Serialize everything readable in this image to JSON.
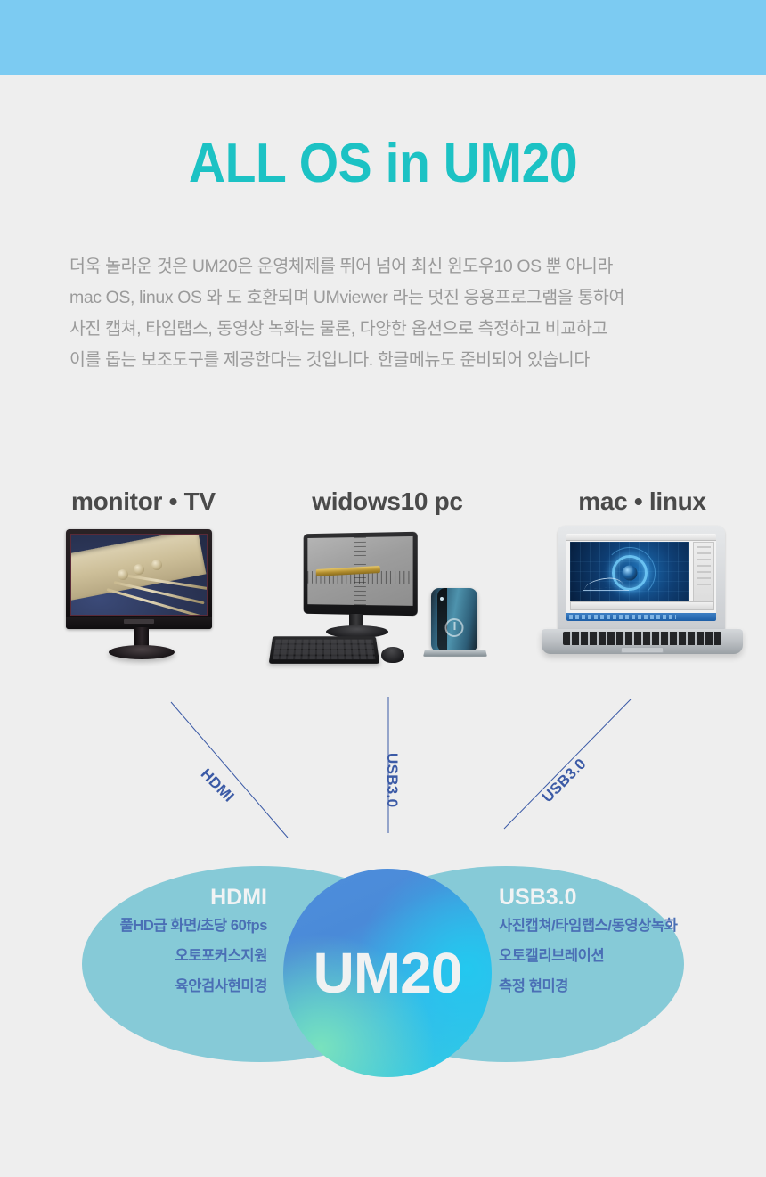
{
  "theme": {
    "band_color": "#7CCBF2",
    "page_bg": "#EEEEEE",
    "headline_color": "#1CC2C4",
    "body_text_color": "#9A9A9A",
    "line_color": "#3B5AA6",
    "ellipse_color": "#6CC1D1",
    "center_gradient_from": "#4F8FDC",
    "center_gradient_to": "#2FD0E4"
  },
  "headline": "ALL OS in UM20",
  "body": {
    "lines": [
      "더욱 놀라운 것은 UM20은 운영체제를 뛰어 넘어 최신 윈도우10 OS 뿐 아니라",
      "mac OS, linux OS 와 도 호환되며 UMviewer 라는 멋진 응용프로그램을 통하여",
      "사진 캡쳐, 타임랩스, 동영상 녹화는 물론, 다양한 옵션으로 측정하고 비교하고",
      "이를 돕는 보조도구를 제공한다는 것입니다. 한글메뉴도 준비되어 있습니다"
    ]
  },
  "devices": [
    {
      "title": "monitor • TV",
      "art": "monitor-tv-illustration"
    },
    {
      "title": "widows10 pc",
      "art": "desktop-pc-illustration"
    },
    {
      "title": "mac • linux",
      "art": "laptop-illustration"
    }
  ],
  "connectors": [
    {
      "label": "HDMI",
      "orientation": "diagonal-down-right"
    },
    {
      "label": "USB3.0",
      "orientation": "vertical"
    },
    {
      "label": "USB3.0",
      "orientation": "diagonal-up-right"
    }
  ],
  "venn": {
    "center_label": "UM20",
    "left": {
      "heading": "HDMI",
      "items": [
        "풀HD급 화면/초당 60fps",
        "오토포커스지원",
        "육안검사현미경"
      ]
    },
    "right": {
      "heading": "USB3.0",
      "items": [
        "사진캡쳐/타임랩스/동영상녹화",
        "오토캘리브레이션",
        "측정 현미경"
      ]
    }
  }
}
